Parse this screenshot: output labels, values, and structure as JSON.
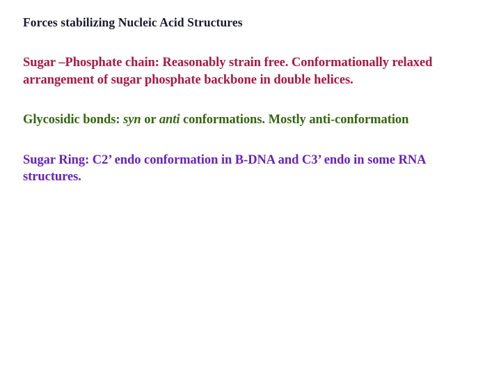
{
  "slide": {
    "background_color": "#ffffff",
    "title": "Forces stabilizing Nucleic Acid Structures",
    "title_color": "#1b1b2e"
  },
  "blocks": {
    "sugar_phosphate": {
      "color": "#a81843",
      "text": "Sugar –Phosphate chain: Reasonably strain free. Conformationally relaxed arrangement of sugar phosphate backbone in double helices."
    },
    "glycosidic": {
      "color": "#33660f",
      "lead": "Glycosidic bonds: ",
      "term_syn": "syn",
      "conjunction": " or ",
      "term_anti": "anti",
      "tail": " conformations.  Mostly anti-conformation"
    },
    "sugar_ring": {
      "color": "#6622bb",
      "text": "Sugar Ring: C2’ endo conformation in B-DNA and C3’ endo in some RNA structures."
    }
  }
}
